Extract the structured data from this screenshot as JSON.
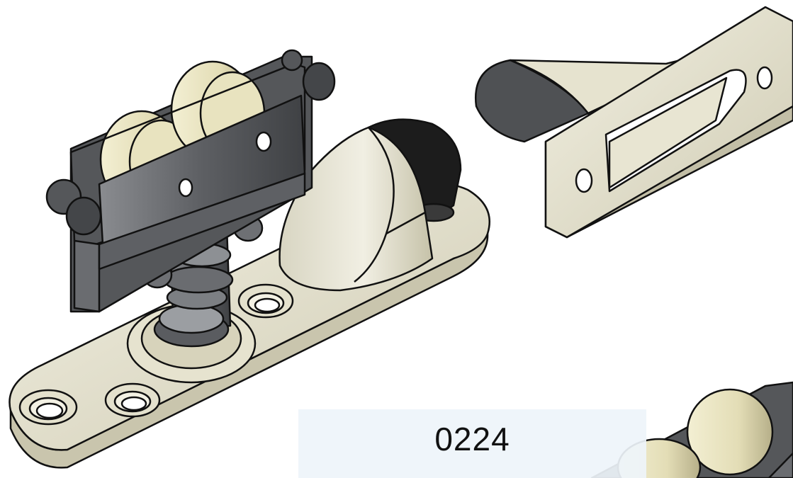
{
  "label": {
    "code": "0224"
  },
  "colors": {
    "cream": "#e9e6d4",
    "cream_shadow": "#c9c5ad",
    "wheel": "#e7e2bd",
    "wheel_shadow": "#b9b38e",
    "frame_grey": "#6d6f72",
    "frame_dark": "#4b4d50",
    "rubber": "#1a1a1a",
    "outline": "#111111",
    "label_bg": "#eef4fa"
  },
  "parts": [
    "roller-carriage",
    "base-plate",
    "conical-stopper",
    "flange-bracket",
    "partial-roller-carriage"
  ]
}
